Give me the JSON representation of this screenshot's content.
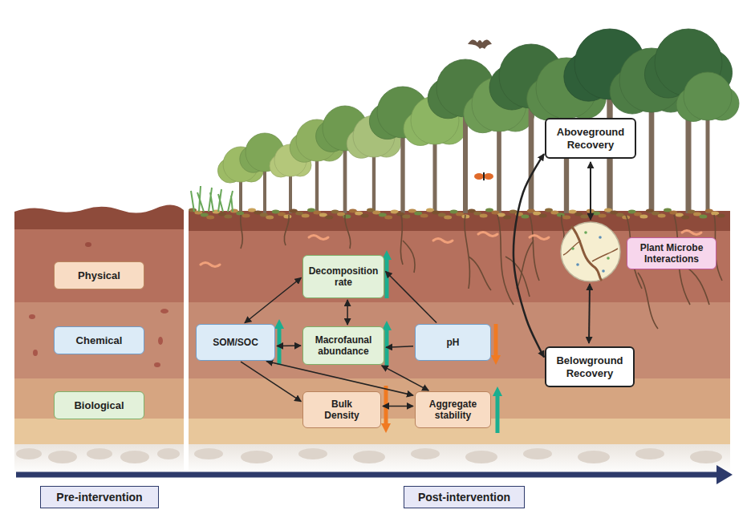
{
  "diagram": {
    "nodes": [
      {
        "text": [
          "Physical"
        ]
      },
      {
        "text": [
          "Chemical"
        ]
      },
      {
        "text": [
          "Biological"
        ]
      },
      {
        "text": [
          "Aboveground Recovery"
        ]
      },
      {
        "text": [
          "Decomposition rate"
        ]
      },
      {
        "text": [
          "Plant Microbe Interactions"
        ]
      },
      {
        "text": [
          "SOM/SOC"
        ]
      },
      {
        "text": [
          "Macrofaunal abundance"
        ]
      },
      {
        "text": [
          "pH"
        ]
      },
      {
        "text": [
          "Belowground Recovery"
        ]
      },
      {
        "text": [
          "Bulk Density"
        ]
      },
      {
        "text": [
          "Aggregate stability"
        ]
      },
      {
        "text": [
          "Pre-intervention"
        ]
      },
      {
        "text": [
          "Post-intervention"
        ]
      }
    ],
    "edges": [
      {
        "from": 6,
        "to": 4,
        "arrow": "both"
      },
      {
        "from": 4,
        "to": 7,
        "arrow": "both"
      },
      {
        "from": 8,
        "to": 4,
        "arrow": "to"
      },
      {
        "from": 6,
        "to": 7,
        "arrow": "both"
      },
      {
        "from": 8,
        "to": 7,
        "arrow": "to"
      },
      {
        "from": 6,
        "to": 10,
        "arrow": "to"
      },
      {
        "from": 11,
        "to": 6,
        "arrow": "both"
      },
      {
        "from": 7,
        "to": 11,
        "arrow": "both"
      },
      {
        "from": 10,
        "to": 11,
        "arrow": "both"
      },
      {
        "from": 3,
        "to": 9,
        "arrow": "both"
      }
    ]
  }
}
